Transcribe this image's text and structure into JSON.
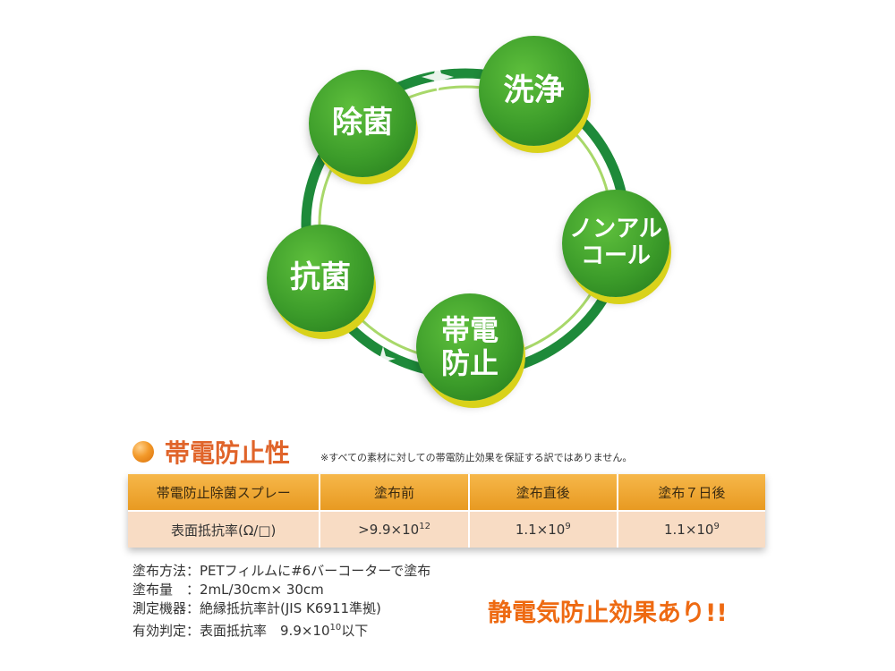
{
  "diagram": {
    "features": [
      {
        "label": "除菌"
      },
      {
        "label": "洗浄"
      },
      {
        "label": "ノンアル\nコール"
      },
      {
        "label": "抗菌"
      },
      {
        "label": "帯電\n防止"
      }
    ],
    "colors": {
      "ring": "#1e8a3a",
      "ring_inner": "#a8d86a",
      "bubble": "#3c9c2a",
      "bubble_shadow": "#d9d21a"
    }
  },
  "section": {
    "title": "帯電防止性",
    "note": "※すべての素材に対しての帯電防止効果を保証する訳ではありません。"
  },
  "table": {
    "headers": [
      "帯電防止除菌スプレー",
      "塗布前",
      "塗布直後",
      "塗布７日後"
    ],
    "row": {
      "label": "表面抵抗率(Ω/□)",
      "values": [
        {
          "base": ">9.9×10",
          "exp": "12"
        },
        {
          "base": "1.1×10",
          "exp": "9"
        },
        {
          "base": "1.1×10",
          "exp": "9"
        }
      ]
    }
  },
  "conditions": {
    "line1": "塗布方法：PETフィルムに#6バーコーターで塗布",
    "line2": "塗布量　：2mL/30cm× 30cm",
    "line3": "測定機器：絶縁抵抗率計(JIS K6911準拠)",
    "line4_prefix": "有効判定：表面抵抗率　9.9×10",
    "line4_exp": "10",
    "line4_suffix": "以下"
  },
  "claim": "静電気防止効果あり!!"
}
